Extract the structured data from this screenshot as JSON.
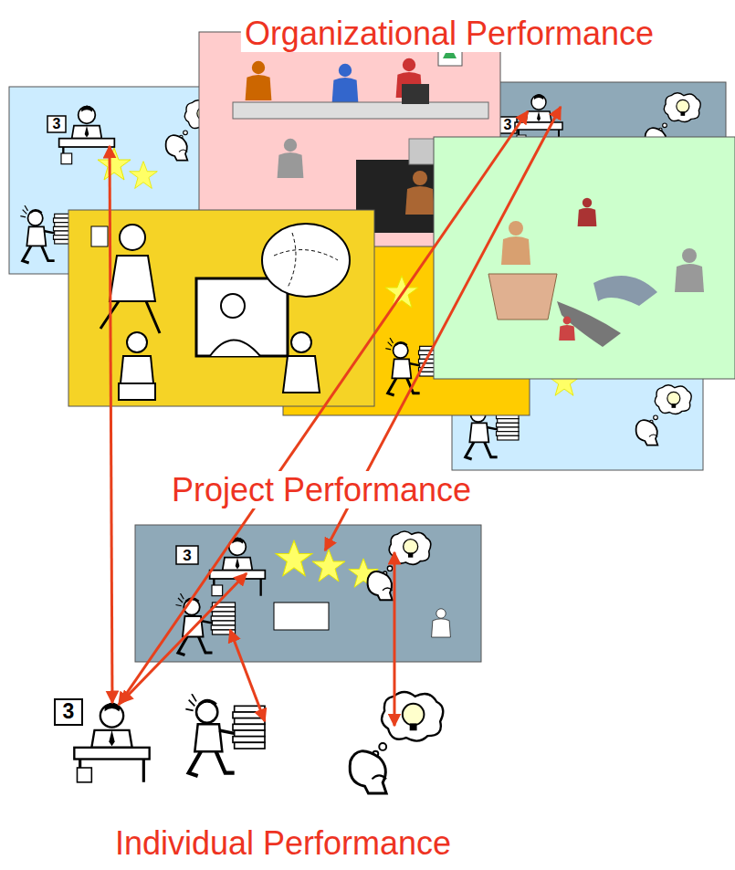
{
  "diagram": {
    "labels": [
      "Organizational Performance",
      "3",
      "3",
      "Project Performance",
      "3",
      "3",
      "Individual Performance"
    ]
  }
}
